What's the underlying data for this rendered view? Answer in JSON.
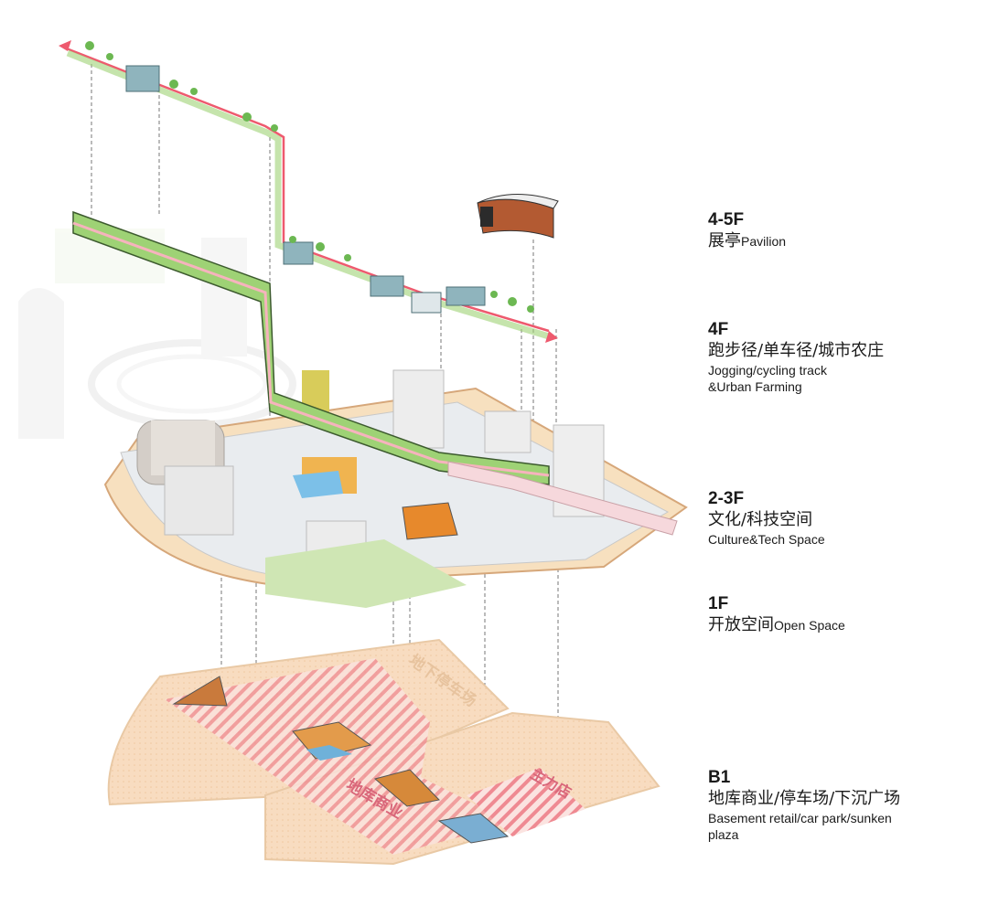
{
  "levels": [
    {
      "level": "4-5F",
      "zh": "展亭",
      "en": "Pavilion"
    },
    {
      "level": "4F",
      "zh": "跑步径/单车径/城市农庄",
      "en_lines": [
        "Jogging/cycling track",
        "&Urban Farming"
      ]
    },
    {
      "level": "2-3F",
      "zh": "文化/科技空间",
      "en": "Culture&Tech Space"
    },
    {
      "level": "1F",
      "zh": "开放空间",
      "en": "Open Space"
    },
    {
      "level": "B1",
      "zh": "地库商业/停车场/下沉广场",
      "en_lines": [
        "Basement retail/car park/sunken",
        "plaza"
      ]
    }
  ],
  "basement_labels": {
    "parking": "地下停车场",
    "retail": "地库商业",
    "anchor": "主力店"
  },
  "colors": {
    "basement_fill": "#f8dcc0",
    "hatch": "#ef8a92",
    "green_roof": "#9ed275",
    "track": "#ee5a6e",
    "glass": "#8fb4bd",
    "pavilion": "#b35a32",
    "orange": "#f2a24a"
  }
}
